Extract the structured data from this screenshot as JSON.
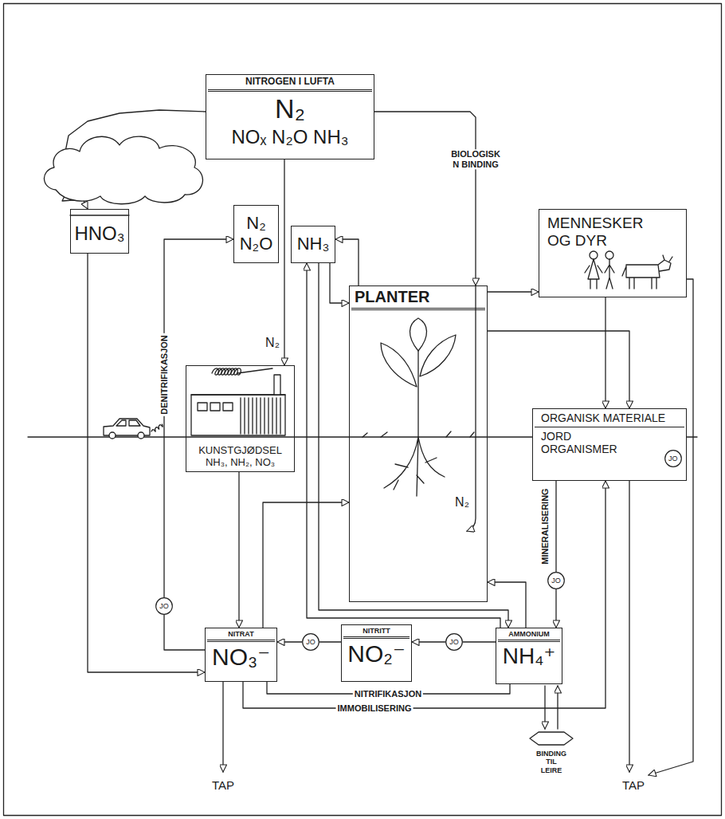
{
  "diagram": {
    "nodes": [
      {
        "text": [
          "NITROGEN I LUFTA",
          "N₂",
          "NOₓ N₂O NH₃"
        ]
      },
      {
        "text": [
          "HNO₃"
        ]
      },
      {
        "text": [
          "N₂ N₂O"
        ]
      },
      {
        "text": [
          "NH₃"
        ]
      },
      {
        "text": [
          "PLANTER"
        ]
      },
      {
        "text": [
          "MENNESKER OG DYR"
        ]
      },
      {
        "text": [
          "KUNSTGJØDSEL",
          "NH₃, NH₂, NO₃"
        ]
      },
      {
        "text": [
          "ORGANISK MATERIALE",
          "JORD ORGANISMER"
        ]
      },
      {
        "text": [
          "JO"
        ],
        "in": 7
      },
      {
        "text": [
          "JO"
        ]
      },
      {
        "text": [
          "NITRAT",
          "NO₃⁻"
        ]
      },
      {
        "text": [
          "JO"
        ]
      },
      {
        "text": [
          "NITRITT",
          "NO₂⁻"
        ]
      },
      {
        "text": [
          "JO"
        ]
      },
      {
        "text": [
          "AMMONIUM",
          "NH₄⁺"
        ]
      },
      {
        "text": [
          "JO"
        ]
      }
    ],
    "edges": [
      {
        "from": 0,
        "to": 1,
        "arrow": "to"
      },
      {
        "from": 0,
        "to": 6,
        "label": "N₂",
        "arrow": "to"
      },
      {
        "from": 0,
        "to": 4,
        "label": "BIOLOGISK N BINDING",
        "arrow": "to"
      },
      {
        "from": 1,
        "to": 10,
        "arrow": "to"
      },
      {
        "from": 10,
        "to": 15,
        "arrow": "none"
      },
      {
        "from": 15,
        "to": 2,
        "label": "DENITRIFIKASJON",
        "arrow": "to"
      },
      {
        "from": 6,
        "to": 10,
        "arrow": "to"
      },
      {
        "from": 10,
        "to": 4,
        "arrow": "to"
      },
      {
        "from": 14,
        "to": 4,
        "arrow": "to"
      },
      {
        "from": 14,
        "to": 3,
        "arrow": "to"
      },
      {
        "from": 3,
        "to": 14,
        "arrow": "to"
      },
      {
        "from": 3,
        "to": 4,
        "arrow": "to"
      },
      {
        "from": 4,
        "to": 3,
        "arrow": "to"
      },
      {
        "from": 4,
        "to": 5,
        "arrow": "to"
      },
      {
        "from": 4,
        "to": 7,
        "arrow": "to"
      },
      {
        "from": 5,
        "to": 7,
        "arrow": "to"
      },
      {
        "from": 7,
        "to": 9,
        "label": "MINERALISERING",
        "arrow": "none"
      },
      {
        "from": 9,
        "to": 14,
        "arrow": "to"
      },
      {
        "from": 14,
        "to": 13,
        "arrow": "none"
      },
      {
        "from": 13,
        "to": 12,
        "arrow": "to"
      },
      {
        "from": 12,
        "to": 11,
        "arrow": "none"
      },
      {
        "from": 11,
        "to": 10,
        "arrow": "to"
      },
      {
        "from": 14,
        "to": 10,
        "label": "NITRIFIKASJON",
        "arrow": "none"
      },
      {
        "from": 10,
        "to": 7,
        "label": "IMMOBILISERING",
        "arrow": "to"
      }
    ],
    "labels": [
      "N₂",
      "TAP",
      "TAP",
      "BINDING TIL LEIRE"
    ]
  }
}
